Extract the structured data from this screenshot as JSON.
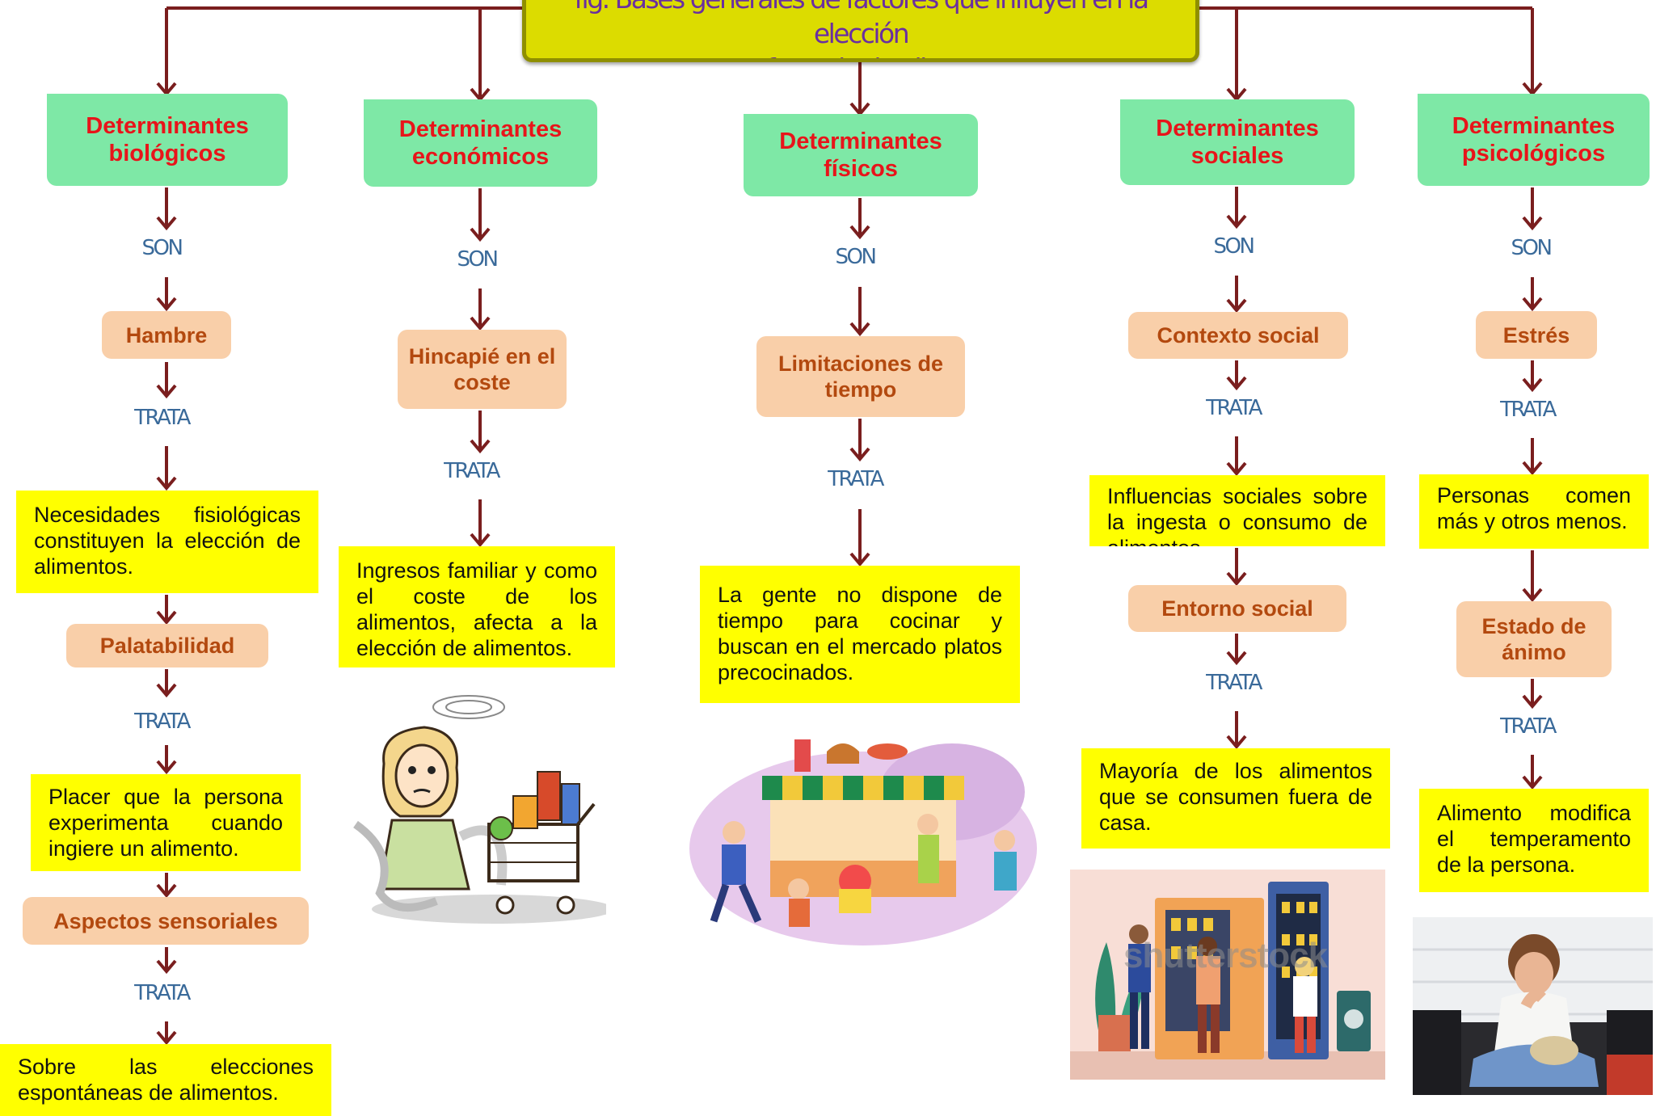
{
  "title": {
    "line1": "fig. Bases generales de factores que influyen en la elección",
    "line2": "y preferencia de alimentos"
  },
  "colors": {
    "connector": "#7a1e1e",
    "determinant_bg": "#7ee8a6",
    "determinant_text": "#e8141a",
    "factor_bg": "#f9cfa9",
    "factor_text": "#b3490f",
    "description_bg": "#ffff00",
    "title_bg": "#dcdc00",
    "link_word": "#3a6a9a"
  },
  "link_words": {
    "son": "SON",
    "trata": "TRATA"
  },
  "columns": [
    {
      "determinant": "Determinantes biológicos",
      "factors": [
        {
          "label": "Hambre",
          "description": "Necesidades fisiológicas constituyen la elección de alimentos."
        },
        {
          "label": "Palatabilidad",
          "description": "Placer que la persona experimenta cuando ingiere un alimento."
        },
        {
          "label": "Aspectos sensoriales",
          "description": "Sobre las elecciones espontáneas de alimentos."
        }
      ]
    },
    {
      "determinant": "Determinantes económicos",
      "factors": [
        {
          "label": "Hincapié en el coste",
          "description": "Ingresos familiar y como el coste de los alimentos, afecta a la elección de alimentos."
        }
      ],
      "illustration": "stressed-shopper-illustration"
    },
    {
      "determinant": "Determinantes físicos",
      "factors": [
        {
          "label": "Limitaciones de tiempo",
          "description": "La gente no dispone de tiempo para cocinar y buscan en el mercado platos precocinados."
        }
      ],
      "illustration": "food-market-illustration"
    },
    {
      "determinant": "Determinantes sociales",
      "factors": [
        {
          "label": "Contexto social",
          "description": "Influencias sociales sobre la ingesta o consumo de alimentos."
        },
        {
          "label": "Entorno social",
          "description": "Mayoría de los alimentos que se consumen fuera de casa."
        }
      ],
      "illustration": "vending-machine-illustration",
      "watermark": "shutterstock"
    },
    {
      "determinant": "Determinantes psicológicos",
      "factors": [
        {
          "label": "Estrés",
          "description": "Personas comen más y otros menos."
        },
        {
          "label": "Estado de ánimo",
          "description": "Alimento modifica el temperamento de la persona."
        }
      ],
      "illustration": "woman-eating-on-sofa-photo"
    }
  ]
}
